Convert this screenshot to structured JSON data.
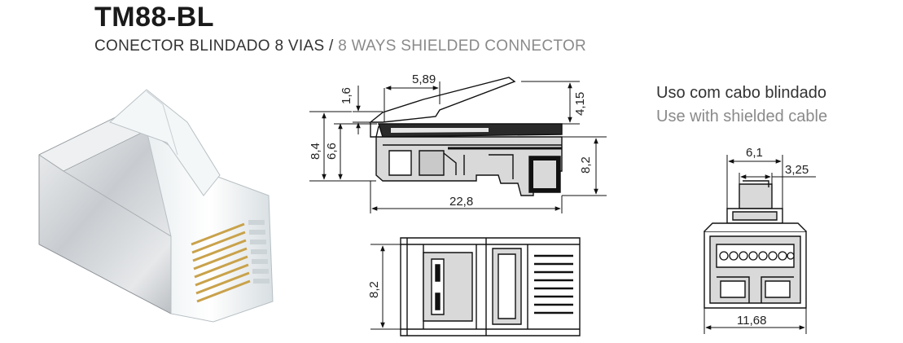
{
  "header": {
    "title": "TM88-BL",
    "subtitle_pt": "CONECTOR BLINDADO 8 VIAS",
    "subtitle_sep": "/",
    "subtitle_en": "8 WAYS SHIELDED CONNECTOR"
  },
  "note": {
    "pt": "Uso com cabo blindado",
    "en": "Use with shielded cable"
  },
  "side_view": {
    "dim_top": "5,89",
    "dim_left_small": "1,6",
    "dim_left_outer": "8,4",
    "dim_left_inner": "6,6",
    "dim_right_top": "4,15",
    "dim_right": "8,2",
    "dim_length": "22,8"
  },
  "top_view": {
    "dim_left": "8,2"
  },
  "front_view": {
    "dim_top": "6,1",
    "dim_inner": "3,25",
    "dim_bottom": "11,68"
  },
  "colors": {
    "title": "#1a1a1a",
    "subtitle_en": "#8a8a8a",
    "drawing_fill": "#d9d9d9",
    "line": "#111111"
  }
}
